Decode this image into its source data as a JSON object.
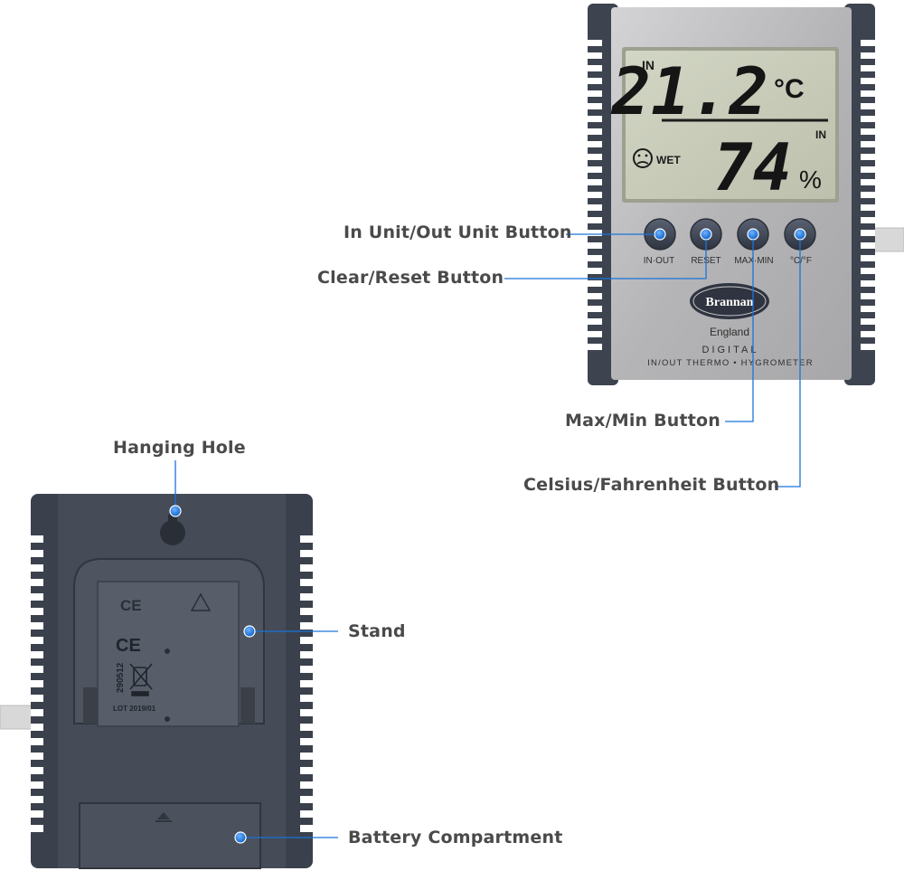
{
  "front": {
    "display": {
      "in_top": "IN",
      "temperature": "21.2",
      "temp_unit": "°C",
      "in_bottom": "IN",
      "humidity": "74",
      "humidity_unit": "%",
      "comfort_text": "WET"
    },
    "buttons": [
      "IN·OUT",
      "RESET",
      "MAX·MIN",
      "°C/°F"
    ],
    "brand": "Brannan",
    "country": "England",
    "product_line1": "DIGITAL",
    "product_line2": "IN/OUT THERMO • HYGROMETER"
  },
  "back": {
    "stand_marks": {
      "ce": "CE",
      "code": "290512",
      "lot": "LOT 2019/01"
    }
  },
  "callouts": {
    "in_out": "In Unit/Out Unit Button",
    "reset": "Clear/Reset Button",
    "max_min": "Max/Min Button",
    "celsius": "Celsius/Fahrenheit Button",
    "hanging": "Hanging Hole",
    "stand": "Stand",
    "battery": "Battery Compartment"
  },
  "colors": {
    "accent": "#1a73d9",
    "case_dark": "#3d4450",
    "panel_silver": "#b9b9bb",
    "lcd": "#c9cdb9",
    "label_text": "#4a4a4a"
  }
}
